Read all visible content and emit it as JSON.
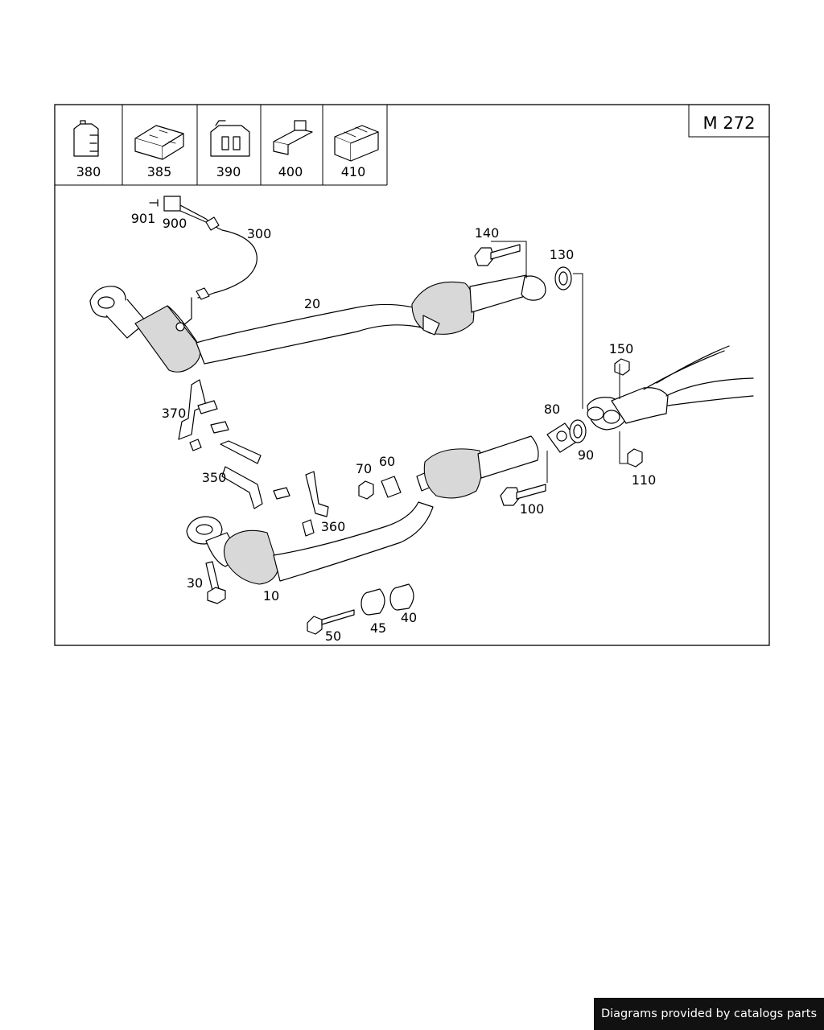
{
  "diagram": {
    "engine_code": "M 272",
    "legend_parts": [
      "380",
      "385",
      "390",
      "400",
      "410"
    ],
    "callouts": {
      "p10": "10",
      "p20": "20",
      "p30": "30",
      "p40": "40",
      "p45": "45",
      "p50": "50",
      "p60": "60",
      "p70": "70",
      "p80": "80",
      "p90": "90",
      "p100": "100",
      "p110": "110",
      "p130": "130",
      "p140": "140",
      "p150": "150",
      "p300": "300",
      "p350": "350",
      "p360": "360",
      "p370": "370",
      "p900": "900",
      "p901": "901"
    }
  },
  "footer": {
    "credit": "Diagrams provided by catalogs parts"
  }
}
